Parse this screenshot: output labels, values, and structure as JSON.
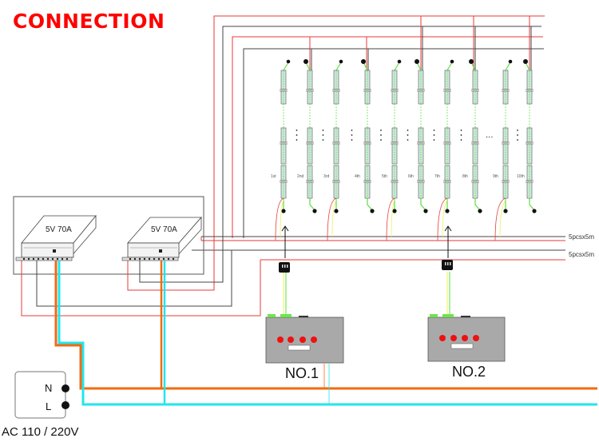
{
  "title": "CONNECTION",
  "power_supplies": [
    {
      "label": "5V 70A"
    },
    {
      "label": "5V 70A"
    }
  ],
  "ac_source": {
    "label": "AC 110 / 220V",
    "terminals": [
      "N",
      "L"
    ]
  },
  "controllers": [
    {
      "name": "NO.1"
    },
    {
      "name": "NO.2"
    }
  ],
  "strip_groups": [
    {
      "spec": "5pcsx5m"
    },
    {
      "spec": "5pcsx5m"
    }
  ],
  "strips": [
    {
      "label": "1st"
    },
    {
      "label": "2nd"
    },
    {
      "label": "3rd"
    },
    {
      "label": "4th"
    },
    {
      "label": "5th"
    },
    {
      "label": "6th"
    },
    {
      "label": "7th"
    },
    {
      "label": "8th"
    },
    {
      "label": "9th"
    },
    {
      "label": "10th"
    }
  ],
  "ellipsis": "...",
  "colors": {
    "title": "#ff0000",
    "wire_red": "#e83a3a",
    "wire_black": "#333333",
    "ac_n": "#f26a10",
    "ac_l": "#22e6ee",
    "data_green": "#5be040",
    "data_yellow": "#f1ef5a",
    "controller_body": "#a9a9a9",
    "button_red": "#ee1111"
  }
}
